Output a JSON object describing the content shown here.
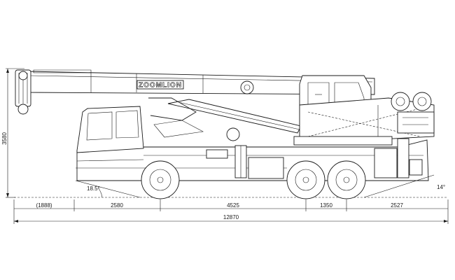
{
  "drawing": {
    "brand_label": "ZOOMLION",
    "height_dim": "3580",
    "approach_angle": "18.5°",
    "departure_angle": "14°",
    "segments": [
      "(1888)",
      "2580",
      "4525",
      "1350",
      "2527"
    ],
    "overall_length": "12870"
  }
}
